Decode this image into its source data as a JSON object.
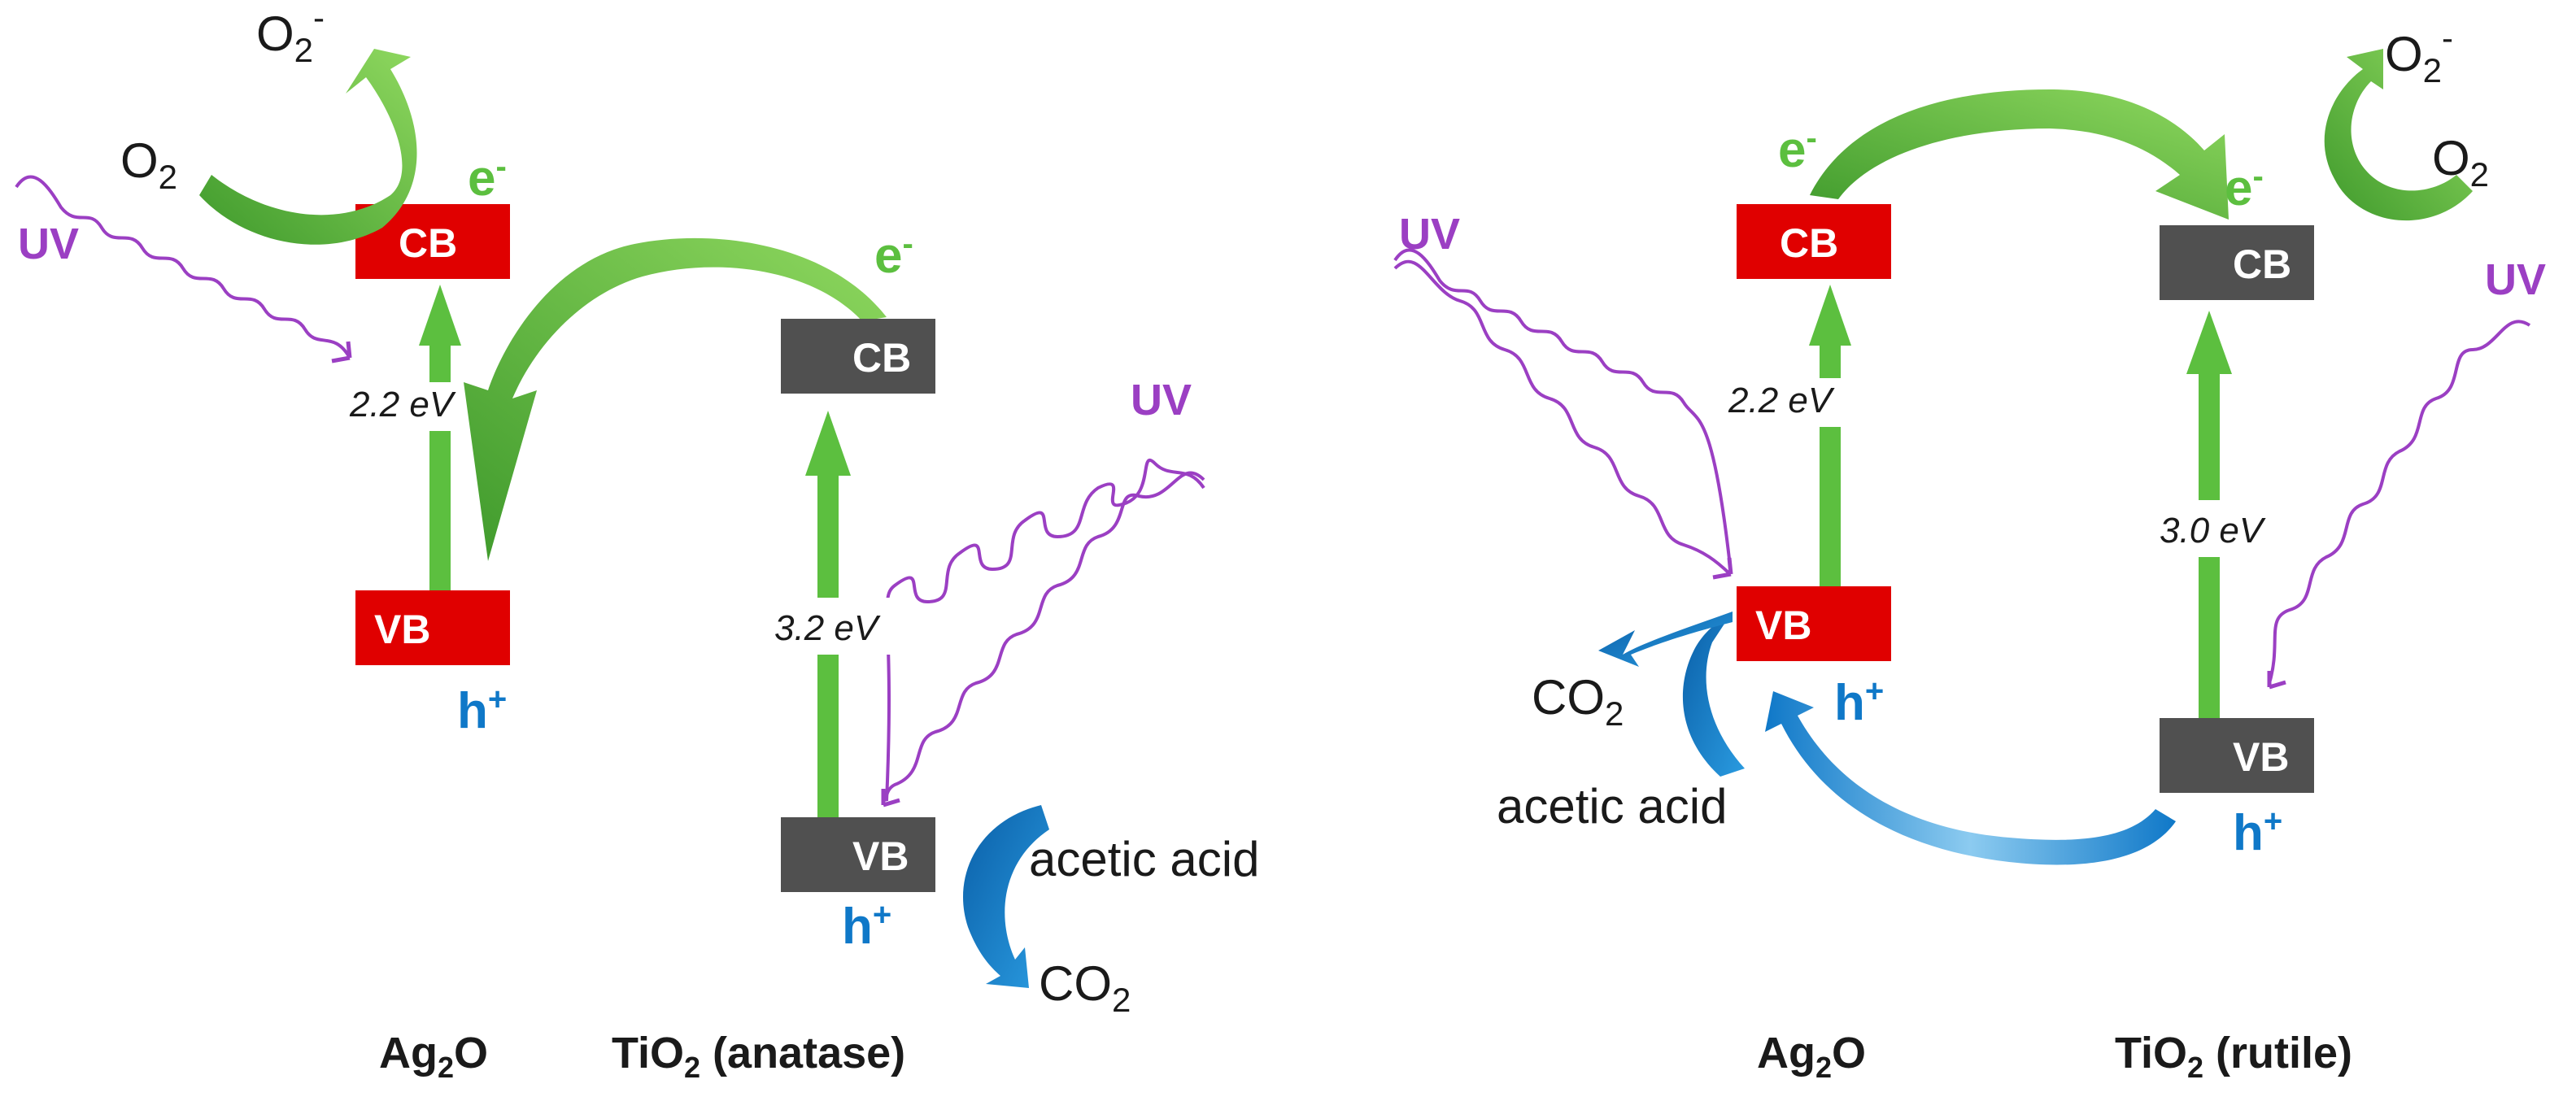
{
  "left_panel": {
    "ag2o": {
      "material_main": "Ag",
      "material_sub": "2",
      "material_tail": "O",
      "cb_label": "CB",
      "vb_label": "VB",
      "band_gap": "2.2 eV",
      "electron": "e",
      "electron_sup": "-",
      "hole": "h",
      "hole_sup": "+",
      "uv": "UV"
    },
    "tio2": {
      "material_main": "TiO",
      "material_sub": "2",
      "material_tail": " (anatase)",
      "cb_label": "CB",
      "vb_label": "VB",
      "band_gap": "3.2 eV",
      "electron": "e",
      "electron_sup": "-",
      "hole": "h",
      "hole_sup": "+",
      "uv": "UV"
    },
    "oxygen_in": "O",
    "oxygen_in_sub": "2",
    "oxygen_out": "O",
    "oxygen_out_sub": "2",
    "oxygen_out_sup": "-",
    "reactant": "acetic acid",
    "product": "CO",
    "product_sub": "2"
  },
  "right_panel": {
    "ag2o": {
      "material_main": "Ag",
      "material_sub": "2",
      "material_tail": "O",
      "cb_label": "CB",
      "vb_label": "VB",
      "band_gap": "2.2 eV",
      "electron": "e",
      "electron_sup": "-",
      "hole": "h",
      "hole_sup": "+",
      "uv": "UV"
    },
    "tio2": {
      "material_main": "TiO",
      "material_sub": "2",
      "material_tail": " (rutile)",
      "cb_label": "CB",
      "vb_label": "VB",
      "band_gap": "3.0 eV",
      "electron": "e",
      "electron_sup": "-",
      "hole": "h",
      "hole_sup": "+",
      "uv": "UV"
    },
    "oxygen_in": "O",
    "oxygen_in_sub": "2",
    "oxygen_out": "O",
    "oxygen_out_sub": "2",
    "oxygen_out_sup": "-",
    "reactant": "acetic acid",
    "product": "CO",
    "product_sub": "2"
  },
  "colors": {
    "ag2o_band": "#e00000",
    "tio2_band": "#505050",
    "electron_arrow": "#5cbf3f",
    "hole_arrow": "#0f78c8",
    "uv_wave": "#9b3fc3"
  }
}
